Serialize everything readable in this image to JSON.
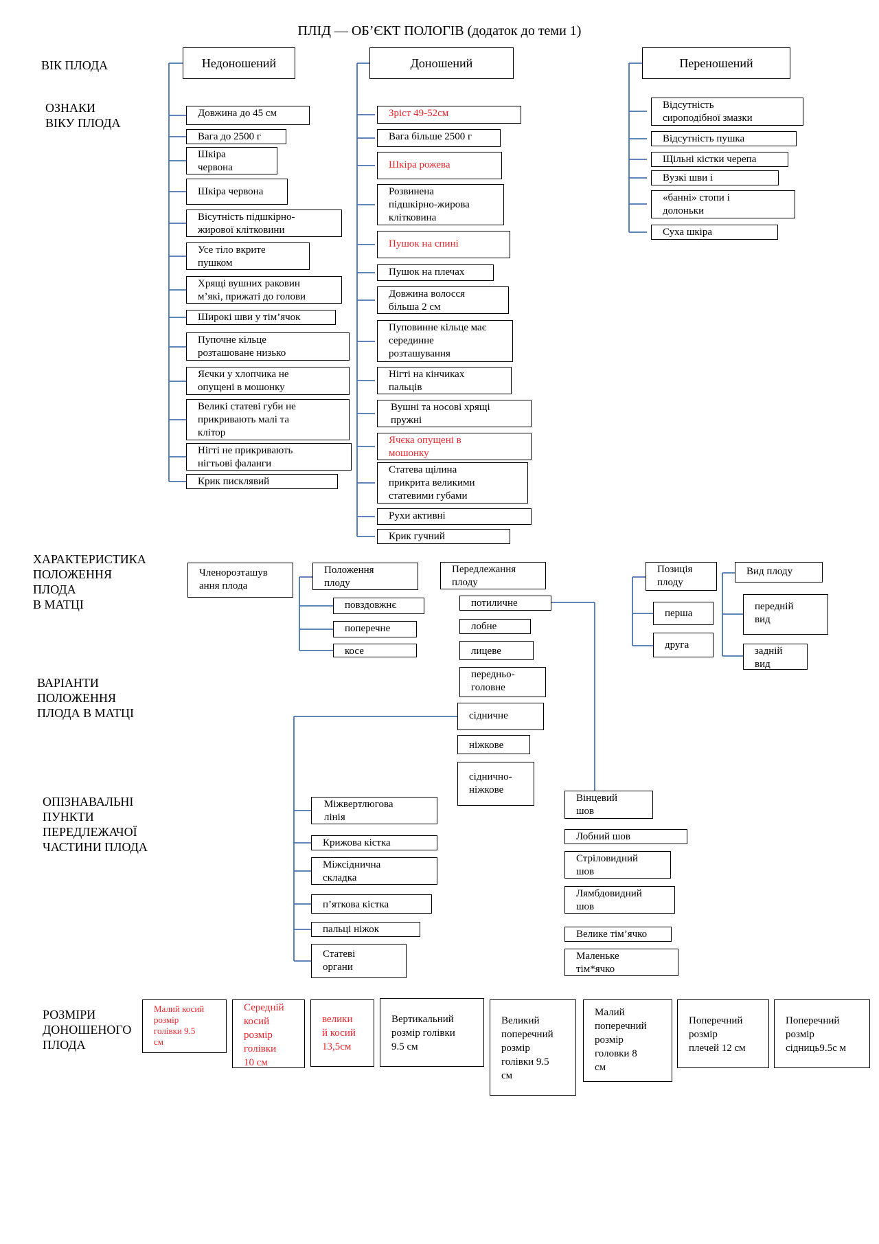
{
  "title": "ПЛІД — ОБ’ЄКТ ПОЛОГІВ (додаток до теми 1)",
  "colors": {
    "connector": "#4a72b0",
    "highlight": "#e8262b",
    "border": "#000000"
  },
  "sections": {
    "age": "ВІК ПЛОДА",
    "signs": "ОЗНАКИ\nВІКУ ПЛОДА",
    "position": "ХАРАКТЕРИСТИКА\nПОЛОЖЕННЯ\nПЛОДА\nВ МАТЦІ",
    "variants": "ВАРІАНТИ\nПОЛОЖЕННЯ\nПЛОДА В МАТЦІ",
    "landmarks": "ОПІЗНАВАЛЬНІ\nПУНКТИ\nПЕРЕДЛЕЖАЧОЇ\nЧАСТИНИ ПЛОДА",
    "sizes": "РОЗМІРИ\nДОНОШЕНОГО\nПЛОДА"
  },
  "preterm": {
    "header": "Недоношений",
    "items": [
      "Довжина до 45 см",
      "Вага до 2500 г",
      "Шкіра\nчервона",
      "Шкіра червона",
      "Вісутність підшкірно-\nжирової клітковини",
      "Усе тіло вкрите\nпушком",
      "Хрящі вушних раковин\nм’які, прижаті до голови",
      "Широкі шви у тім’ячок",
      "Пупочне кільце\nрозташоване низько",
      "Яєчки у хлопчика не\nопущені в мошонку",
      "Великі статеві губи не\nприкривають малі та\nклітор",
      "Нігті не прикривають\nнігтьові фаланги",
      "Крик писклявий"
    ]
  },
  "term": {
    "header": "Доношений",
    "items": [
      "Зріст 49-52см",
      "Вага більше 2500 г",
      "Шкіра рожева",
      "Розвинена\nпідшкірно-жирова\nклітковина",
      "Пушок на спині",
      "Пушок на плечах",
      "Довжина волосся\nбільша 2 см",
      "Пуповинне кільце має\nсерединне\nрозташування",
      "Нігті на кінчиках\nпальців",
      "Вушні та носові хрящі\nпружні",
      "Ячєка опущені в\nмошонку",
      "Статева щілина\nприкрита великими\nстатевими губами",
      "Рухи активні",
      "Крик гучний"
    ]
  },
  "postterm": {
    "header": "Переношений",
    "items": [
      "Відсутність\nсироподібної змазки",
      "Відсутність пушка",
      "Щільні кістки черепа",
      "Вузкі шви і",
      "«банні» стопи і\nдолоньки",
      "Суха шкіра"
    ]
  },
  "position": {
    "articulation": "Членорозташув\nання плода",
    "lie": {
      "header": "Положення\nплоду",
      "items": [
        "повздовжнє",
        "поперечне",
        "косе"
      ]
    },
    "presentation": {
      "header": "Передлежання\nплоду",
      "items": [
        "потиличне",
        "лобне",
        "лицеве",
        "передньо-\nголовне",
        "сідничне",
        "ніжкове",
        "сіднично-\nніжкове"
      ]
    },
    "pos": {
      "header": "Позиція\nплоду",
      "items": [
        "перша",
        "друга"
      ]
    },
    "view": {
      "header": "Вид плоду",
      "items": [
        "передній\nвид",
        "задній\nвид"
      ]
    }
  },
  "landmarks": {
    "breech": [
      "Міжвертлюгова\nлінія",
      "Крижова кістка",
      "Міжсіднична\nскладка",
      "п’яткова кістка",
      "пальці  ніжок",
      "Статеві\nоргани"
    ],
    "cephalic": [
      "Вінцевий\nшов",
      "Лобний шов",
      "Стріловидний\nшов",
      "Лямбдовидний\nшов",
      "Велике тім’ячко",
      "Маленьке\nтім*ячко"
    ]
  },
  "sizes": [
    "Малий косий\nрозмір\nголівки 9.5\nсм",
    "Середній\nкосий\nрозмір\nголівки\n10 см",
    "велики\nй косий\n13,5см",
    "Вертикальний\nрозмір голівки\n9.5 см",
    "Великий\nпоперечний\nрозмір\nголівки 9.5\nсм",
    "Малий\nпоперечний\nрозмір\nголовки 8\nсм",
    "Поперечний\nрозмір\nплечей 12 см",
    "Поперечний\nрозмір\nсідниць9.5с м"
  ]
}
